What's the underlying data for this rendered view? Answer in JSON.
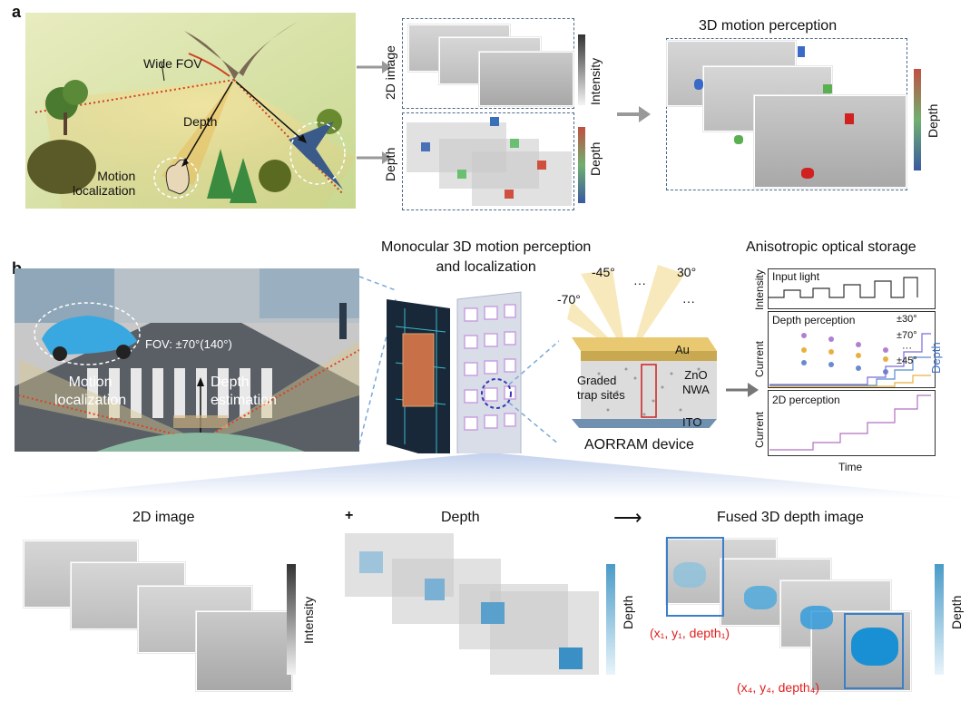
{
  "panel_a": {
    "letter": "a",
    "scene": {
      "wide_fov": "Wide FOV",
      "depth": "Depth",
      "motion_localization": "Motion\nlocalization"
    },
    "image_2d_label": "2D image",
    "depth_label": "Depth",
    "intensity_label": "Intensity",
    "depth_bar_label": "Depth",
    "perception_title": "3D motion perception",
    "perception_depth_label": "Depth"
  },
  "panel_b": {
    "letter": "b",
    "scene": {
      "fov": "FOV: ±70°(140°)",
      "motion_localization": "Motion\nlocalization",
      "depth_estimation": "Depth\nestimation"
    },
    "center_title": "Monocular 3D motion perception\nand localization",
    "device": {
      "angles": [
        "-45°",
        "30°",
        "-70°",
        "···",
        "···"
      ],
      "au": "Au",
      "zno": "ZnO\nNWA",
      "graded": "Graded\ntrap sites",
      "ito": "ITO",
      "name": "AORRAM device"
    },
    "storage": {
      "title": "Anisotropic optical storage",
      "input_light": "Input light",
      "intensity_axis": "Intensity",
      "depth_perception": "Depth perception",
      "current_axis": "Current",
      "angles": [
        "±30°",
        "±70°",
        "···",
        "±45°"
      ],
      "depth_side": "Depth",
      "perception_2d": "2D perception",
      "current_axis2": "Current",
      "time_axis": "Time",
      "colors": {
        "c30": "#7a6ad8",
        "c70": "#5a8ad0",
        "c45": "#e8b040",
        "c2d": "#b070c0"
      }
    }
  },
  "bottom": {
    "image_2d": "2D image",
    "plus": "+",
    "depth": "Depth",
    "arrow": "⟶",
    "fused": "Fused 3D depth image",
    "intensity_label": "Intensity",
    "depth_bar1": "Depth",
    "depth_bar2": "Depth",
    "coord1": "(x₁, y₁, depth₁)",
    "coord4": "(x₄, y₄, depth₄)"
  },
  "colors": {
    "accent_red": "#e02020",
    "depth_blue": "#4a9bc8",
    "frame_blue": "#3a7fc8"
  }
}
